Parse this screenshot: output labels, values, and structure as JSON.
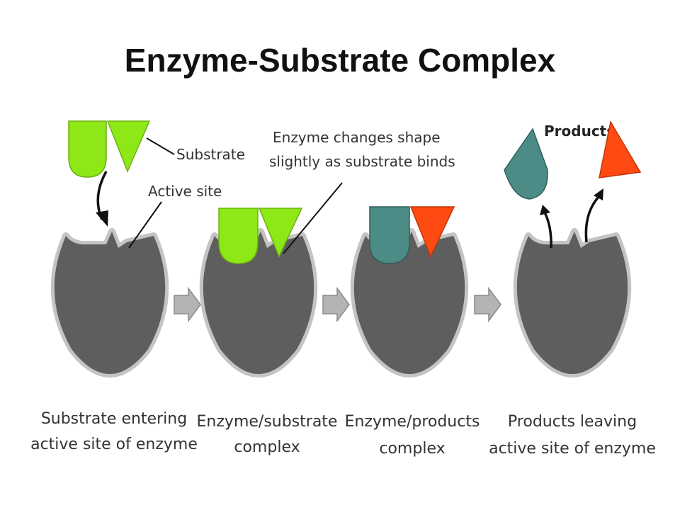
{
  "title": "Enzyme-Substrate Complex",
  "labels": {
    "substrate": "Substrate",
    "active_site": "Active site",
    "shape_change_line1": "Enzyme changes shape",
    "shape_change_line2": "slightly as substrate binds",
    "products": "Products"
  },
  "stages": [
    {
      "line1": "Substrate entering",
      "line2": "active site of enzyme"
    },
    {
      "line1": "Enzyme/substrate",
      "line2": "complex"
    },
    {
      "line1": "Enzyme/products",
      "line2": "complex"
    },
    {
      "line1": "Products leaving",
      "line2": "active site of enzyme"
    }
  ],
  "colors": {
    "enzyme": "#5e5e5e",
    "enzyme_rim": "#c4c4c4",
    "substrate": "#8ee818",
    "product_teal": "#4d8c86",
    "product_red": "#ff4a12",
    "step_arrow": "#b4b4b4"
  }
}
